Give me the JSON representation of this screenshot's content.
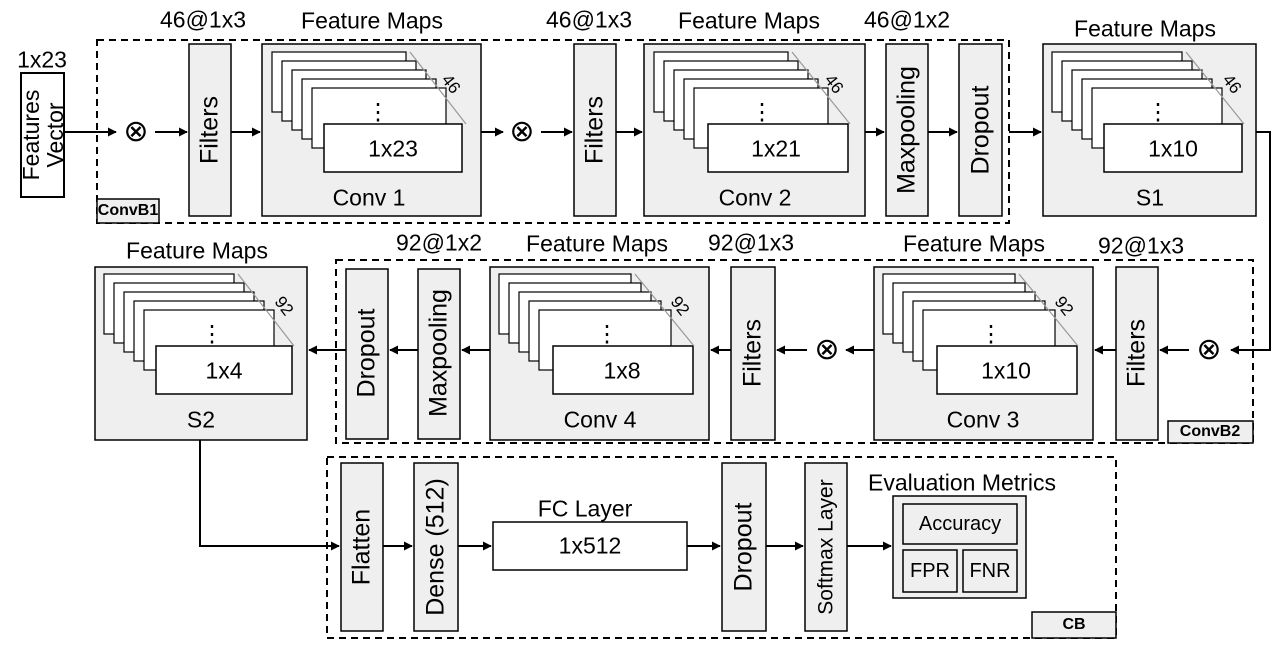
{
  "input": {
    "label": "Features Vector",
    "size": "1x23"
  },
  "blocks": {
    "convb1": "ConvB1",
    "convb2": "ConvB2",
    "cb": "CB"
  },
  "row1": {
    "filters1": {
      "top": "46@1x3",
      "label": "Filters"
    },
    "conv1": {
      "top": "Feature Maps",
      "size": "1x23",
      "count": "46",
      "name": "Conv 1",
      "dots": "⋮"
    },
    "filters2": {
      "top": "46@1x3",
      "label": "Filters"
    },
    "conv2": {
      "top": "Feature Maps",
      "size": "1x21",
      "count": "46",
      "name": "Conv 2",
      "dots": "⋮"
    },
    "maxpool": {
      "top": "46@1x2",
      "label": "Maxpooling"
    },
    "dropout": {
      "label": "Dropout"
    },
    "s1": {
      "top": "Feature Maps",
      "size": "1x10",
      "count": "46",
      "name": "S1",
      "dots": "⋮"
    }
  },
  "row2": {
    "filters3": {
      "top": "92@1x3",
      "label": "Filters"
    },
    "conv3": {
      "top": "Feature Maps",
      "size": "1x10",
      "count": "92",
      "name": "Conv 3",
      "dots": "⋮"
    },
    "filters4": {
      "top": "92@1x3",
      "label": "Filters"
    },
    "conv4": {
      "top": "Feature Maps",
      "size": "1x8",
      "count": "92",
      "name": "Conv 4",
      "dots": "⋮"
    },
    "maxpool": {
      "top": "92@1x2",
      "label": "Maxpooling"
    },
    "dropout": {
      "label": "Dropout"
    },
    "s2": {
      "top": "Feature Maps",
      "size": "1x4",
      "count": "92",
      "name": "S2",
      "dots": "⋮"
    }
  },
  "row3": {
    "flatten": "Flatten",
    "dense": "Dense (512)",
    "fc": {
      "top": "FC Layer",
      "size": "1x512"
    },
    "dropout": "Dropout",
    "softmax": "Softmax Layer",
    "metrics": {
      "title": "Evaluation Metrics",
      "accuracy": "Accuracy",
      "fpr": "FPR",
      "fnr": "FNR"
    }
  },
  "symbols": {
    "multiply": "⊗"
  },
  "colors": {
    "fill": "#efefef",
    "stroke": "#000000"
  }
}
